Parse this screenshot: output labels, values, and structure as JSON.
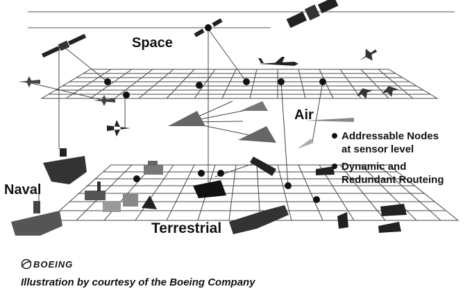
{
  "labels": {
    "space": "Space",
    "air": "Air",
    "naval": "Naval",
    "terrestrial": "Terrestrial"
  },
  "notes": [
    {
      "line1": "Addressable Nodes",
      "line2": "at sensor level"
    },
    {
      "line1": "Dynamic and",
      "line2": "Redundant Routeing"
    }
  ],
  "logo": {
    "text": "BOEING",
    "icon": "boeing-logo-mark"
  },
  "credit": "Illustration by courtesy of the Boeing Company",
  "colors": {
    "ink": "#111111",
    "grid": "#444444",
    "background": "#ffffff"
  }
}
